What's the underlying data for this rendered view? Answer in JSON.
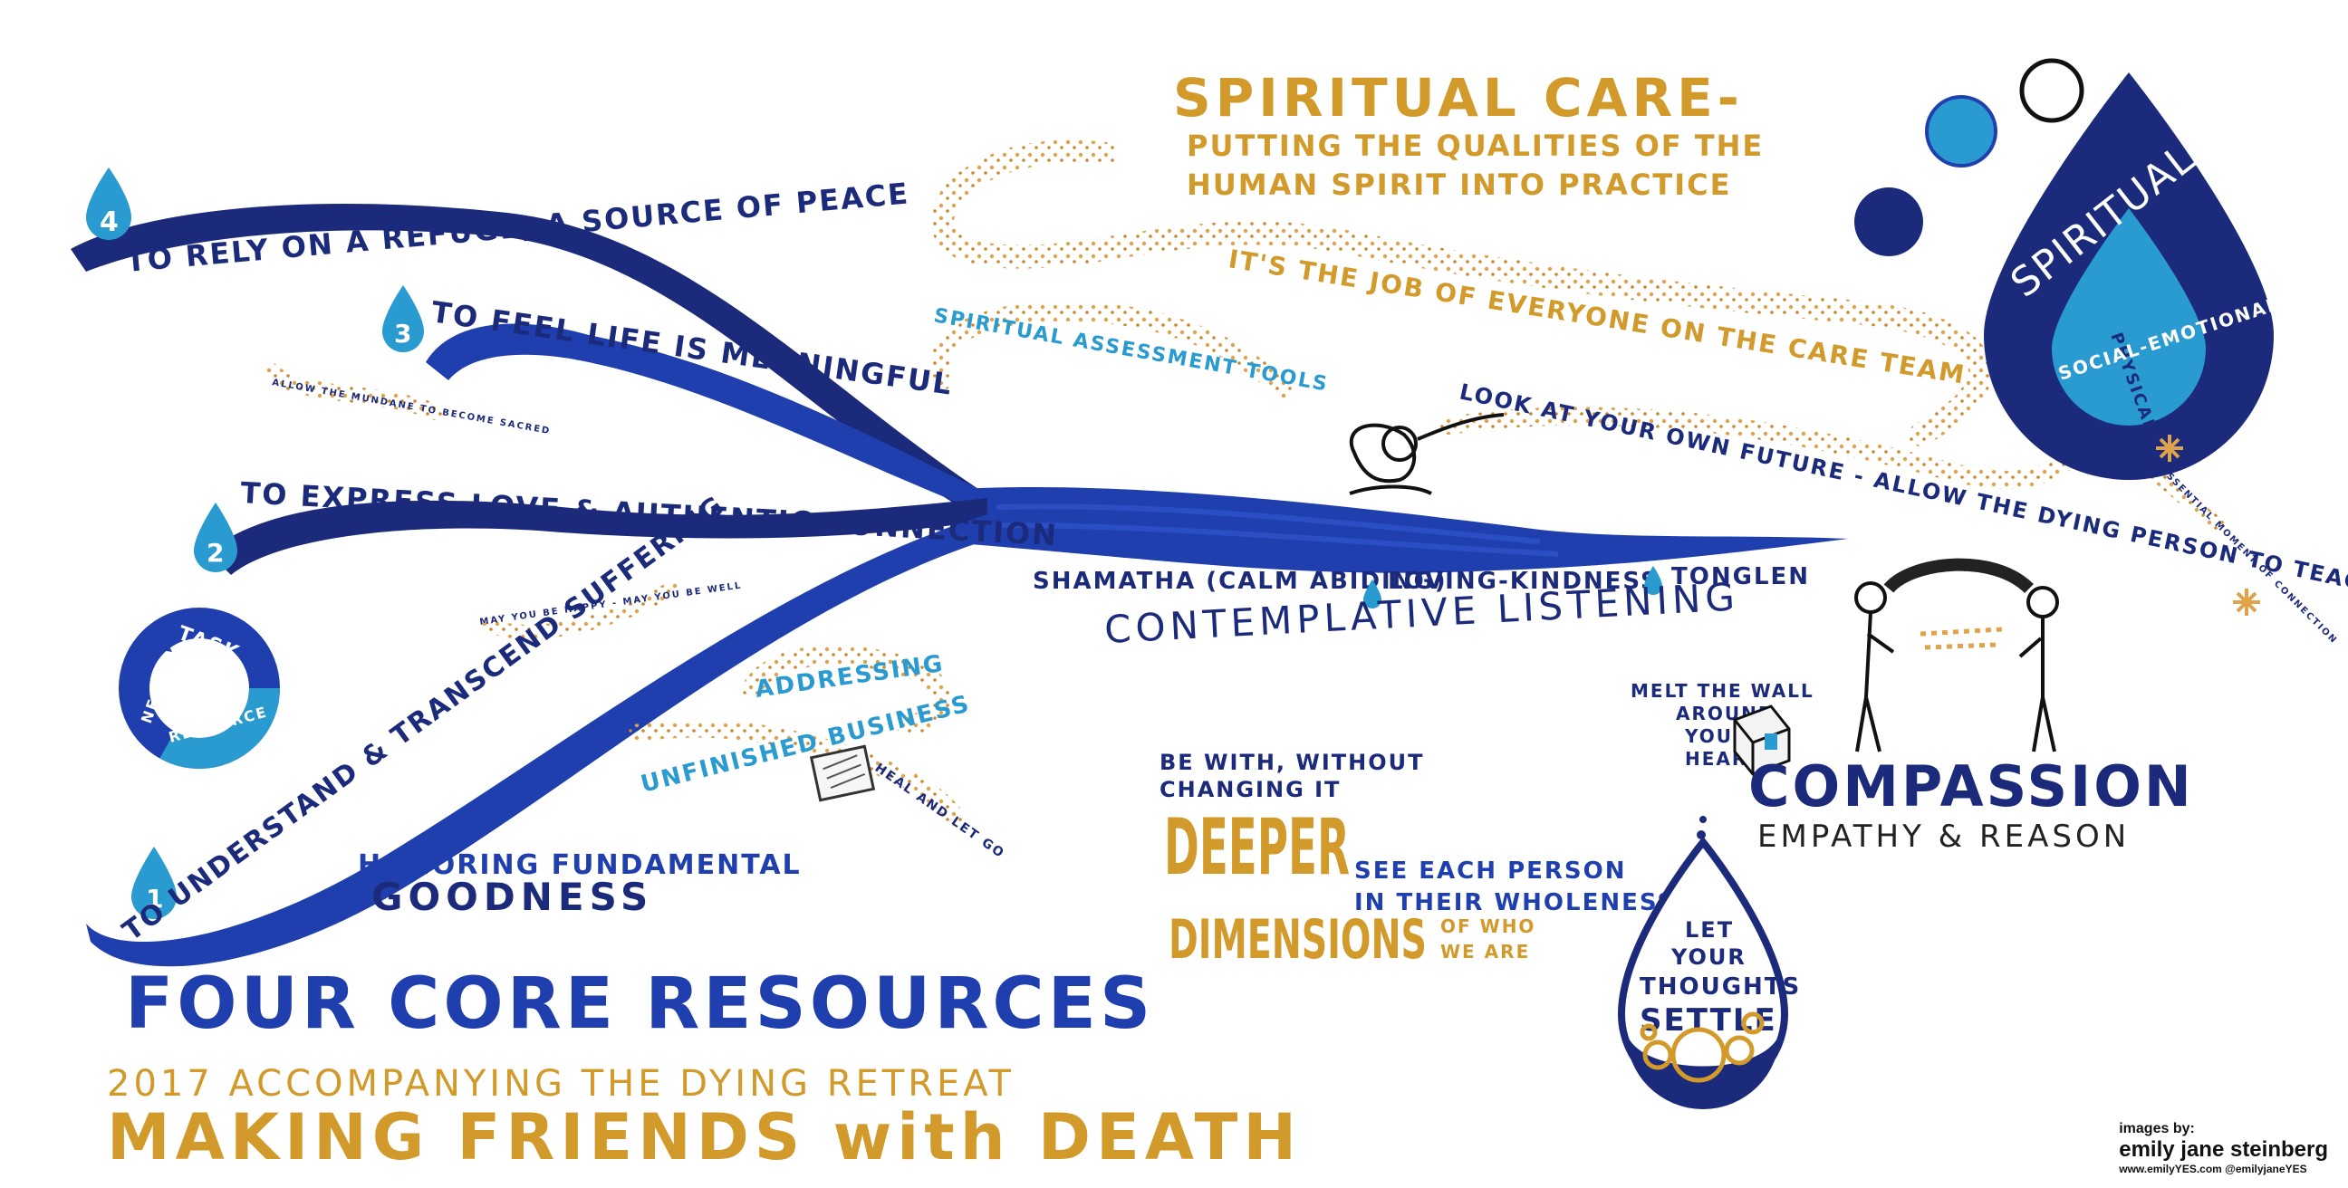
{
  "retreat_line": "2017 ACCOMPANYING THE DYING RETREAT",
  "main_title": "MAKING FRIENDS with DEATH",
  "four_core": "FOUR CORE RESOURCES",
  "resources": [
    {
      "num": "1",
      "text": "TO UNDERSTAND & TRANSCEND SUFFERING"
    },
    {
      "num": "2",
      "text": "TO EXPRESS LOVE & AUTHENTIC CONNECTION"
    },
    {
      "num": "3",
      "text": "TO FEEL LIFE IS MEANINGFUL"
    },
    {
      "num": "4",
      "text": "TO RELY ON A REFUGE, A SOURCE OF PEACE"
    }
  ],
  "cycle": {
    "task": "TASK",
    "need": "NEED",
    "resource": "RESOURCE"
  },
  "honoring": "HONORING FUNDAMENTAL",
  "goodness": "GOODNESS",
  "addressing": "ADDRESSING",
  "unfinished": "UNFINISHED BUSINESS",
  "heal": "HEAL AND LET GO",
  "spiritual_title": "SPIRITUAL CARE-",
  "spiritual_sub1": "PUTTING THE QUALITIES OF THE",
  "spiritual_sub2": "HUMAN SPIRIT INTO PRACTICE",
  "job": "IT'S THE JOB OF EVERYONE ON THE CARE TEAM",
  "assessment": "SPIRITUAL ASSESSMENT TOOLS",
  "look": "LOOK AT YOUR OWN FUTURE - ALLOW THE DYING PERSON TO TEACH YOU.",
  "practices": {
    "a": "SHAMATHA (CALM ABIDING)",
    "b": "LOVING-KINDNESS",
    "c": "TONGLEN"
  },
  "contemplative": "CONTEMPLATIVE LISTENING",
  "be_with1": "BE WITH, WITHOUT",
  "be_with2": "CHANGING IT",
  "deeper": "DEEPER",
  "dimensions": "DIMENSIONS",
  "see1": "SEE EACH PERSON",
  "see2": "IN THEIR WHOLENESS",
  "of_who1": "OF WHO",
  "of_who2": "WE ARE",
  "melt": [
    "MELT THE WALL",
    "AROUND",
    "YOUR",
    "HEART"
  ],
  "compassion": "COMPASSION",
  "empathy": "EMPATHY & REASON",
  "settle": [
    "LET",
    "YOUR",
    "THOUGHTS",
    "SETTLE"
  ],
  "drop": {
    "spiritual": "SPIRITUAL",
    "physical": "PHYSICAL",
    "social": "SOCIAL-EMOTIONAL"
  },
  "small_wave_1": "ALLOW THE MUNDANE TO BECOME SACRED",
  "small_wave_2": "MAY YOU BE HAPPY - MAY YOU BE WELL",
  "small_wave_3": "ESSENTIAL MOMENT OF CONNECTION",
  "credit": {
    "by": "images by:",
    "name": "emily jane steinberg",
    "web": "www.emilyYES.com  @emilyjaneYES"
  },
  "colors": {
    "navy": "#1b2a7a",
    "blue": "#1f3fae",
    "cyan": "#2a9bd0",
    "gold": "#d29a2b"
  }
}
